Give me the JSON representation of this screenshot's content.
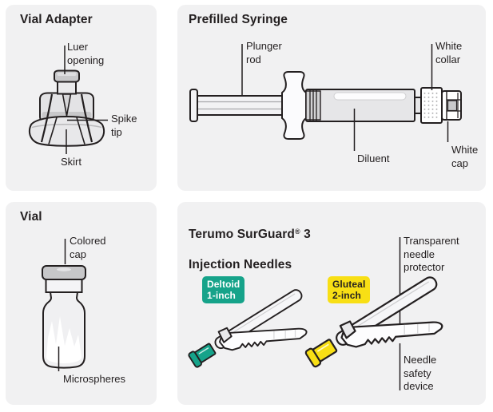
{
  "colors": {
    "panel_background": "#f1f1f2",
    "line_ink": "#231f20",
    "deltoid_badge": "#16a38a",
    "gluteal_badge": "#f8df15",
    "device_gray": "#e3e3e5",
    "cap_gray": "#c8c8ca"
  },
  "panels": {
    "vial_adapter": {
      "title": "Vial Adapter",
      "labels": {
        "luer_opening": "Luer\nopening",
        "spike_tip": "Spike\ntip",
        "skirt": "Skirt"
      }
    },
    "prefilled_syringe": {
      "title": "Prefilled Syringe",
      "labels": {
        "plunger_rod": "Plunger\nrod",
        "white_collar": "White\ncollar",
        "diluent": "Diluent",
        "white_cap": "White\ncap"
      }
    },
    "vial": {
      "title": "Vial",
      "labels": {
        "colored_cap": "Colored\ncap",
        "microspheres": "Microspheres"
      }
    },
    "injection_needles": {
      "title_line1_text": "Terumo SurGuard",
      "title_reg_mark": "®",
      "title_line1_suffix": " 3",
      "title_line2": "Injection Needles",
      "badges": [
        {
          "label": "Deltoid\n1-inch",
          "color": "#16a38a"
        },
        {
          "label": "Gluteal\n2-inch",
          "color": "#f8df15"
        }
      ],
      "labels": {
        "needle_protector": "Transparent\nneedle\nprotector",
        "safety_device": "Needle\nsafety\ndevice"
      }
    }
  }
}
